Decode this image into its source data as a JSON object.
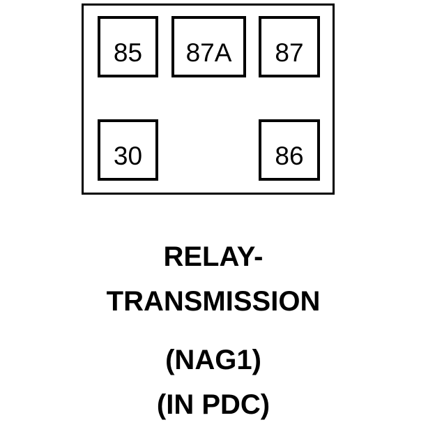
{
  "diagram": {
    "kind": "relay-terminal-pinout",
    "outline_color": "#000000",
    "background_color": "#ffffff",
    "terminals": [
      {
        "id": "85",
        "label": "85",
        "row": "top",
        "column": "left"
      },
      {
        "id": "87A",
        "label": "87A",
        "row": "top",
        "column": "center"
      },
      {
        "id": "87",
        "label": "87",
        "row": "top",
        "column": "right"
      },
      {
        "id": "30",
        "label": "30",
        "row": "bottom",
        "column": "left"
      },
      {
        "id": "86",
        "label": "86",
        "row": "bottom",
        "column": "right"
      }
    ]
  },
  "caption": {
    "lines": [
      "RELAY-",
      "TRANSMISSION",
      "(NAG1)",
      "(IN PDC)"
    ]
  }
}
